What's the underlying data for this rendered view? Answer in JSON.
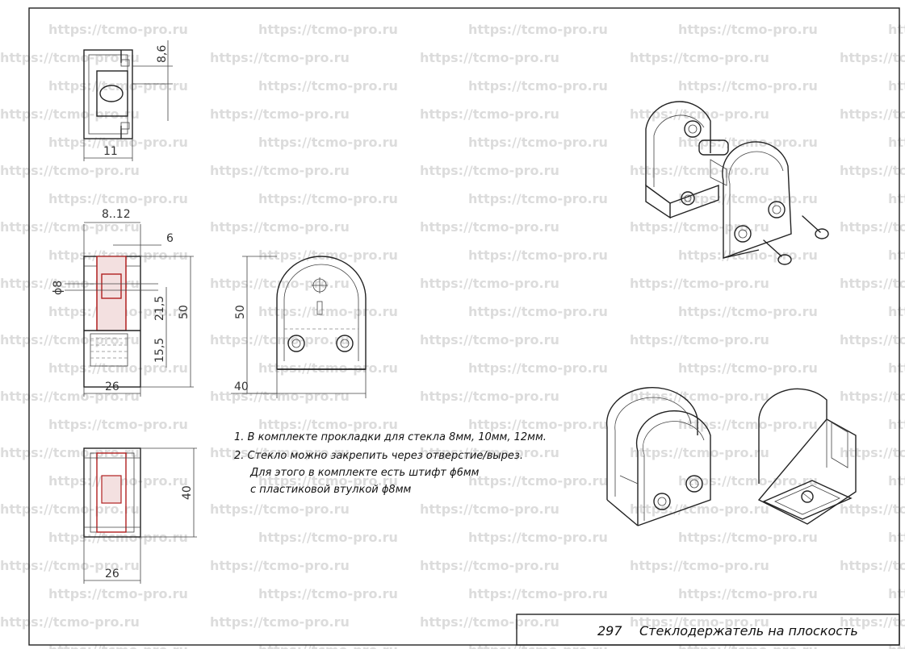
{
  "watermark": "https://tcmo-pro.ru",
  "dimensions": {
    "top_view_h": "8,6",
    "top_view_w": "11",
    "glass_range": "8..12",
    "side_gap": "6",
    "pin_dia": "ϕ8",
    "height_upper": "21,5",
    "height_lower": "15,5",
    "height_total": "50",
    "side_width": "26",
    "front_height": "50",
    "front_width": "40",
    "bottom_height": "40",
    "bottom_width": "26"
  },
  "notes": [
    "1. В комплекте прокладки для стекла 8мм, 10мм, 12мм.",
    "2. Стекло можно закрепить через отверстие/вырез.",
    "Для этого в комплекте есть штифт ϕ6мм",
    "с пластиковой втулкой ϕ8мм"
  ],
  "title_block": {
    "number": "297",
    "name": "Стеклодержатель на плоскость"
  }
}
